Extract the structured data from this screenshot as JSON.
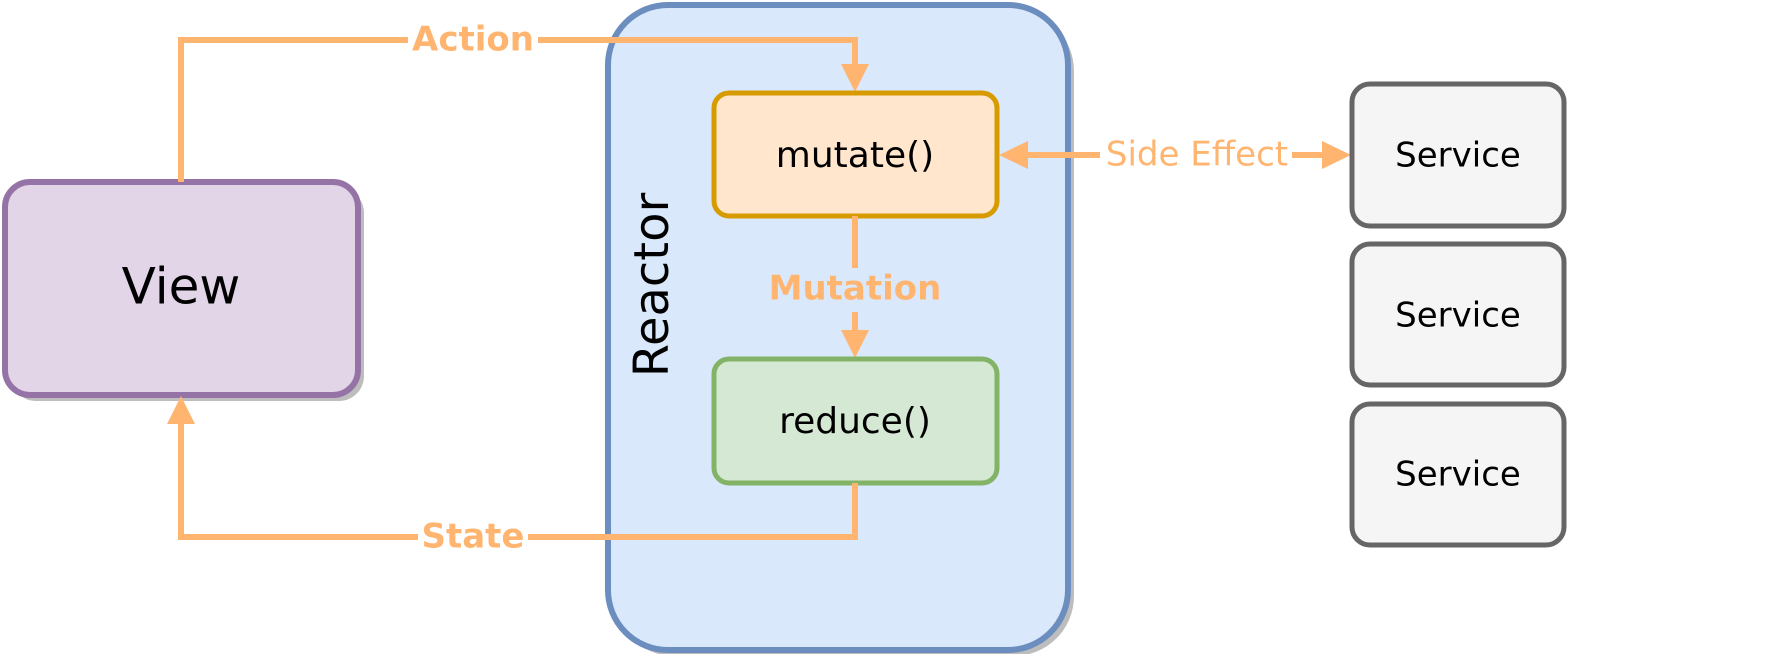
{
  "nodes": {
    "view": "View",
    "reactor": "Reactor",
    "mutate": "mutate()",
    "reduce": "reduce()",
    "services": [
      "Service",
      "Service",
      "Service"
    ]
  },
  "edges": {
    "action": "Action",
    "side_effect": "Side Effect",
    "mutation": "Mutation",
    "state": "State"
  },
  "colors": {
    "arrow": "#FFB570",
    "view_fill": "#E1D5E7",
    "view_stroke": "#9673A6",
    "reactor_fill": "#DAE8FC",
    "reactor_stroke": "#6C8EBF",
    "mutate_fill": "#FFE6CC",
    "mutate_stroke": "#D79B00",
    "reduce_fill": "#D5E8D4",
    "reduce_stroke": "#82B366",
    "service_fill": "#F5F5F5",
    "service_stroke": "#666666"
  }
}
